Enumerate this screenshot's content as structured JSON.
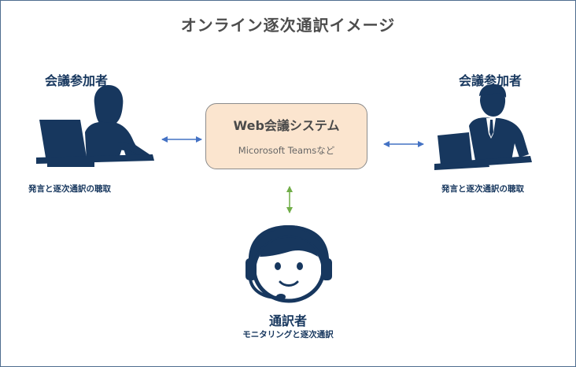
{
  "title": "オンライン逐次通訳イメージ",
  "left_participant": {
    "label": "会議参加者",
    "caption": "発言と逐次通訳の聴取",
    "icon": "woman-at-laptop-icon"
  },
  "right_participant": {
    "label": "会議参加者",
    "caption": "発言と逐次通訳の聴取",
    "icon": "man-at-laptop-icon"
  },
  "web_system": {
    "title": "Web会議システム",
    "subtitle": "Micorosoft Teamsなど"
  },
  "interpreter": {
    "label": "通訳者",
    "caption": "モニタリングと逐次通訳",
    "icon": "headset-person-icon"
  },
  "colors": {
    "navy": "#17375e",
    "box_fill": "#fbe5cf",
    "blue_arrow": "#4472c4",
    "green_arrow": "#70ad47"
  }
}
